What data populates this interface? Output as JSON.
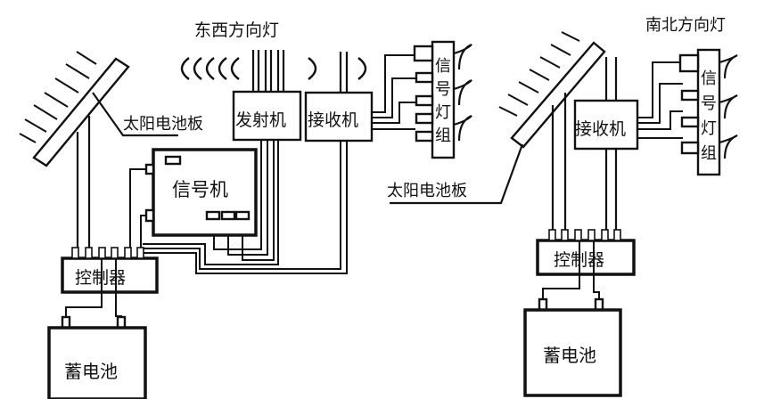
{
  "diagram": {
    "title_ew": "东西方向灯",
    "title_ns": "南北方向灯",
    "left": {
      "solar_panel_label": "太阳电池板",
      "transmitter_label": "发射机",
      "receiver_label": "接收机",
      "signal_controller_label": "信号机",
      "controller_label": "控制器",
      "battery_label": "蓄电池",
      "signal_group_chars": [
        "信",
        "号",
        "灯",
        "组"
      ]
    },
    "right": {
      "solar_panel_label": "太阳电池板",
      "receiver_label": "接收机",
      "controller_label": "控制器",
      "battery_label": "蓄电池",
      "signal_group_chars": [
        "信",
        "号",
        "灯",
        "组"
      ]
    },
    "colors": {
      "ink": "#111111",
      "background": "#ffffff"
    }
  }
}
